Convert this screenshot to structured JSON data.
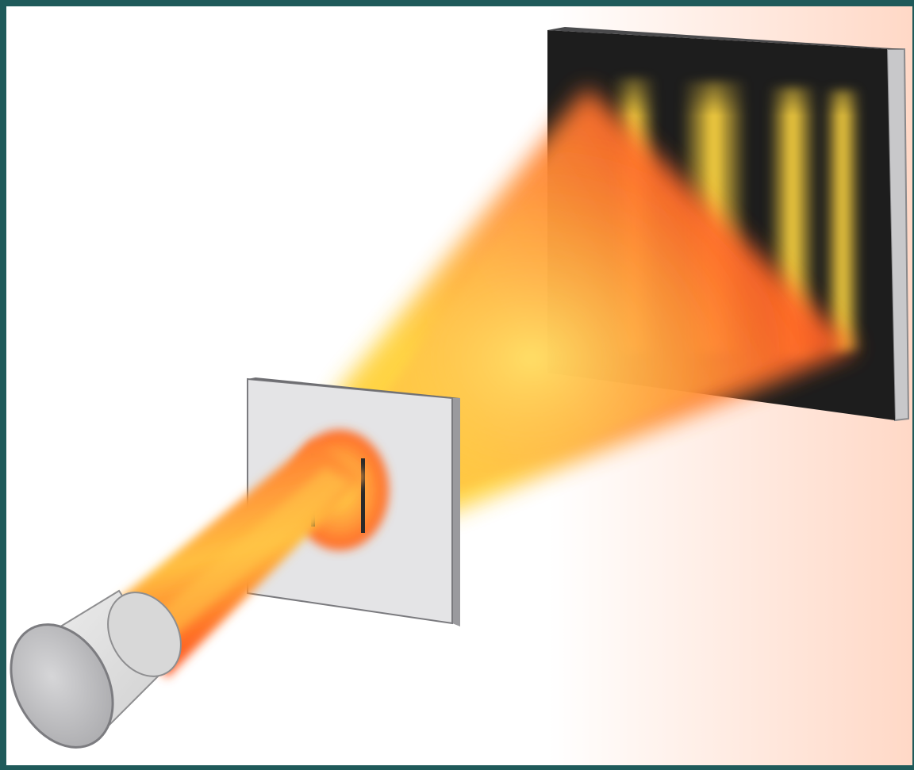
{
  "figure": {
    "subject": "double-slit-interference",
    "colors": {
      "frame": "#1f5a5a",
      "background": "#ffffff",
      "beam_core": "#ffd23a",
      "beam_mid": "#ff7a2a",
      "beam_edge": "#ff4a1a",
      "screen_dark": "#1b1b1b",
      "fringe_bright": "#ffd640",
      "plate_face": "#e4e4e6",
      "plate_edge": "#9a9a9e",
      "source_face": "#c9c9cb",
      "source_body": "#dcdcdc"
    },
    "fringes": {
      "bright_count": 4
    },
    "slits": {
      "count": 2
    }
  }
}
